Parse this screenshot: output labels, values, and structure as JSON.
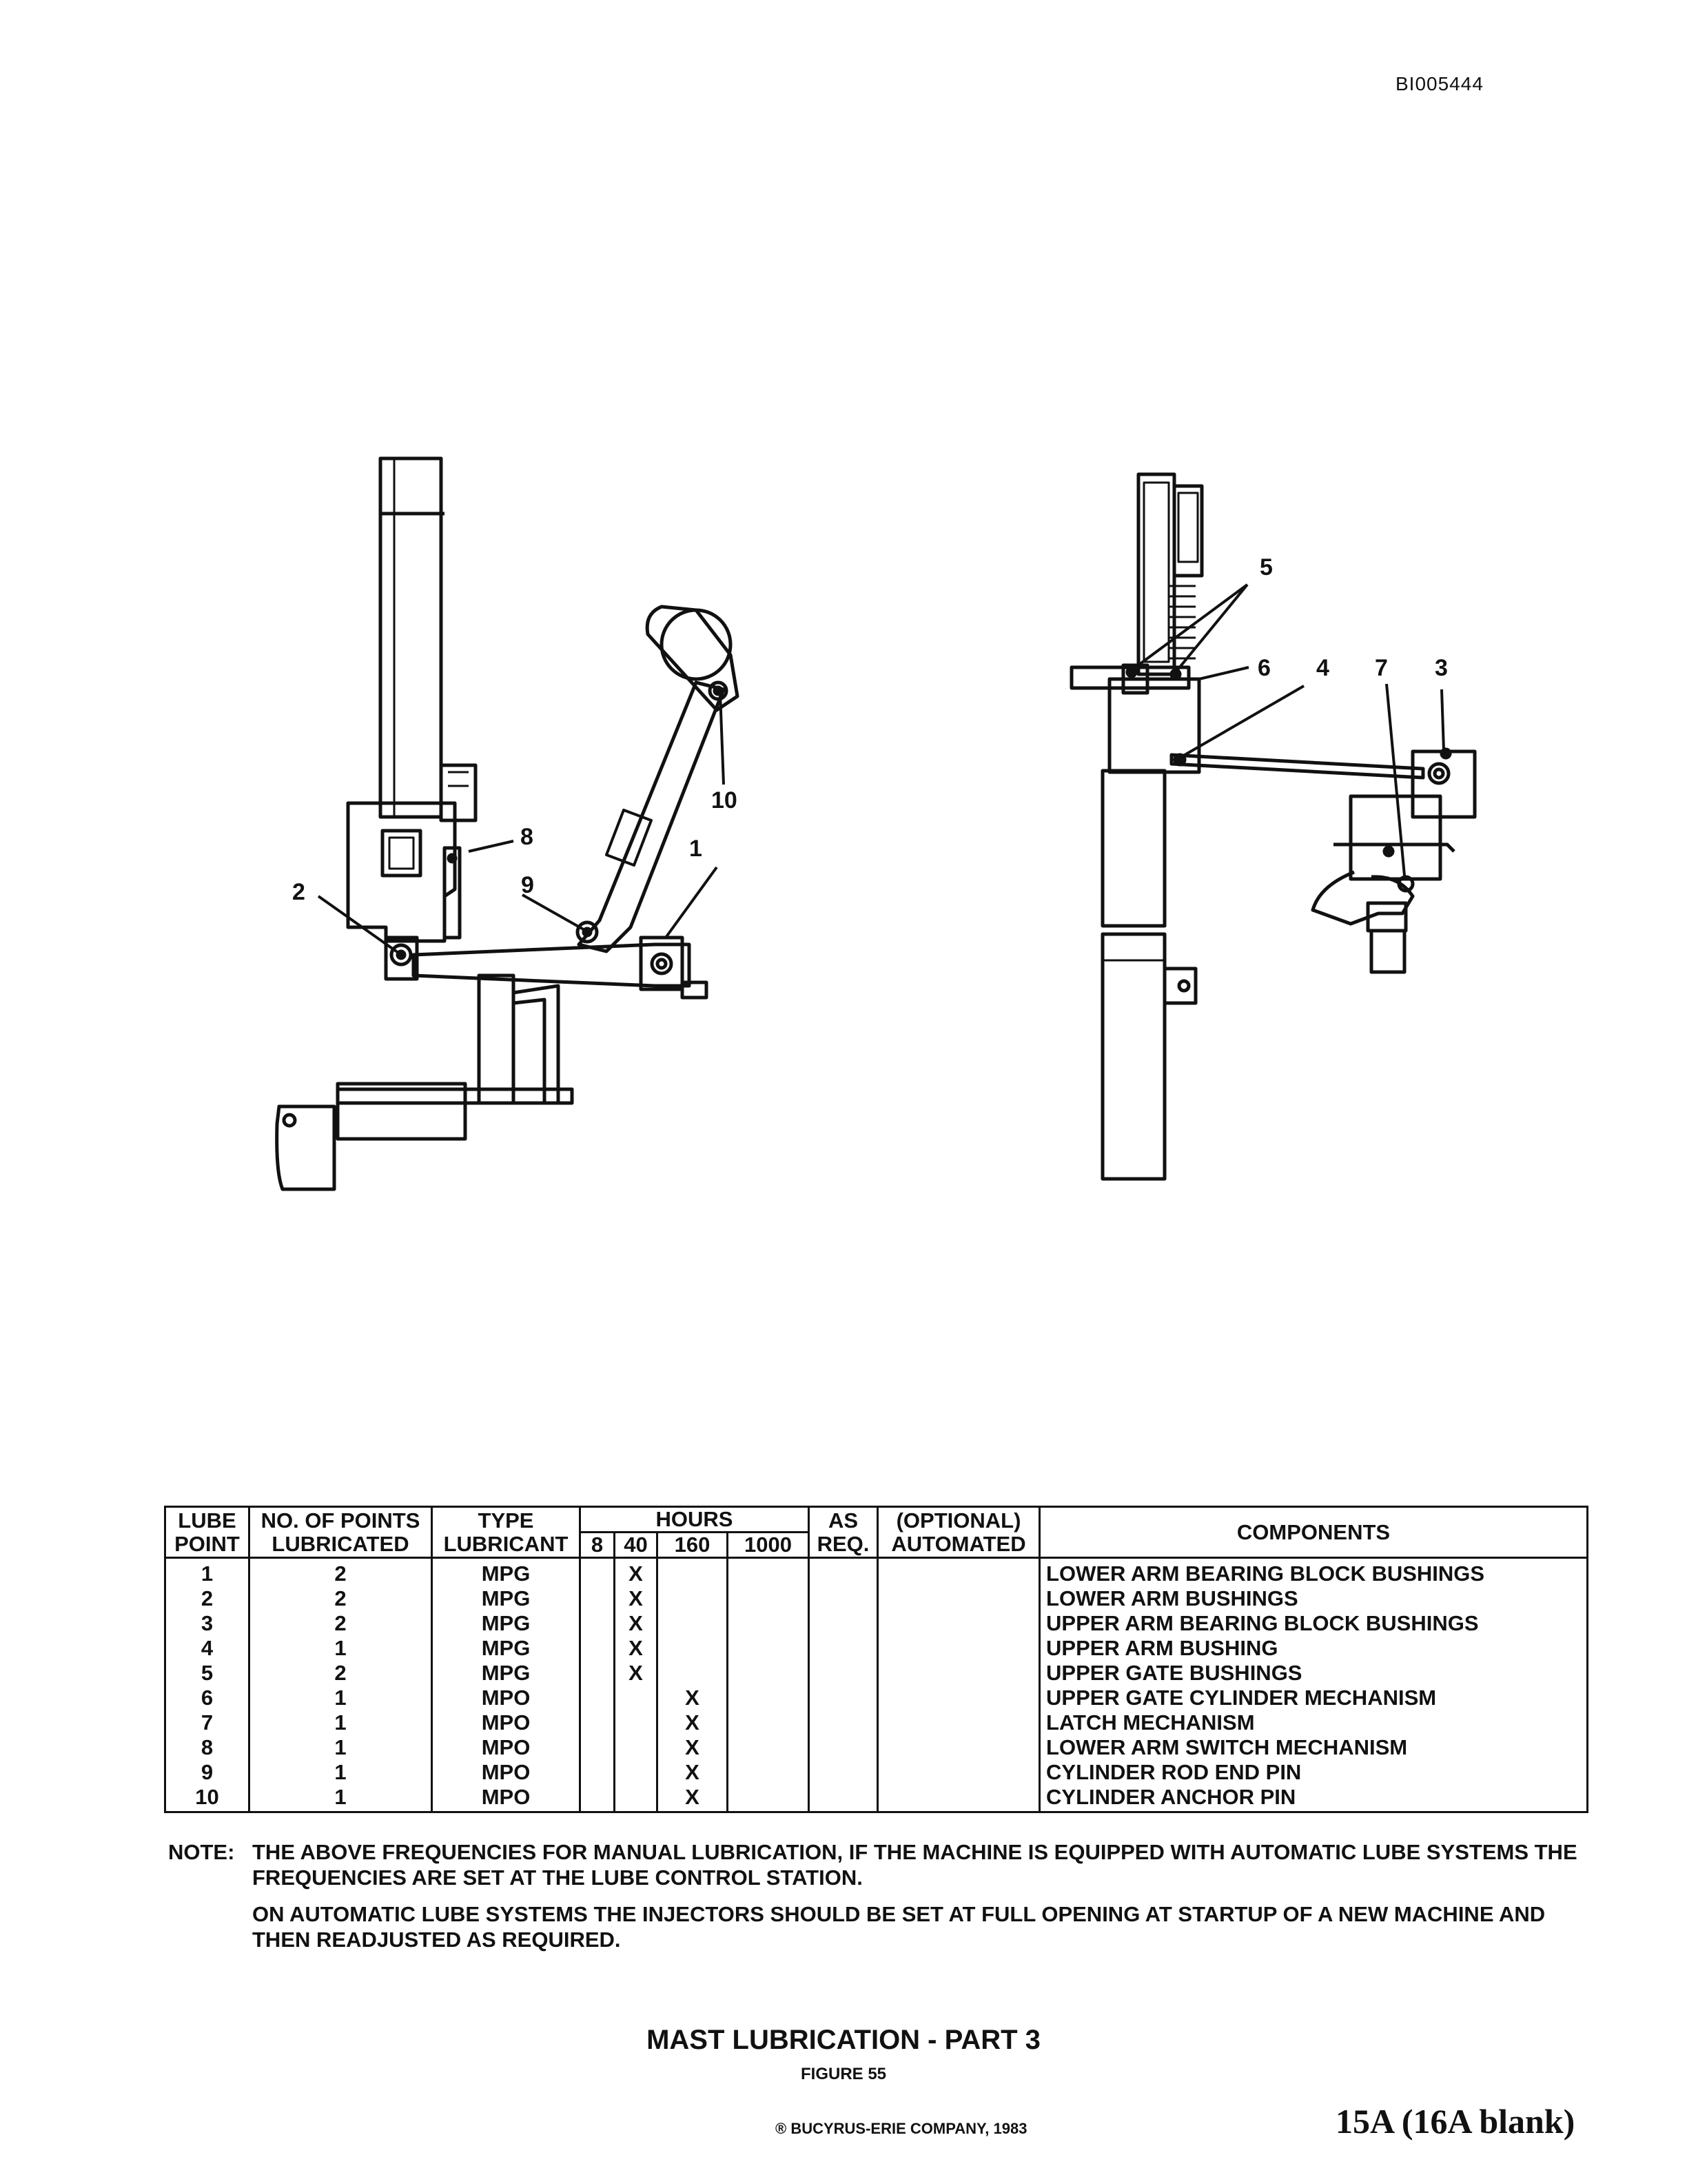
{
  "doc_id": "BI005444",
  "callouts": [
    "1",
    "2",
    "3",
    "4",
    "5",
    "6",
    "7",
    "8",
    "9",
    "10"
  ],
  "table": {
    "headers": {
      "lube_point": [
        "LUBE",
        "POINT"
      ],
      "no_points": [
        "NO. OF POINTS",
        "LUBRICATED"
      ],
      "type": [
        "TYPE",
        "LUBRICANT"
      ],
      "hours": "HOURS",
      "hours_cols": [
        "8",
        "40",
        "160",
        "1000"
      ],
      "as_req": [
        "AS",
        "REQ."
      ],
      "optional": [
        "(OPTIONAL)",
        "AUTOMATED"
      ],
      "components": "COMPONENTS"
    },
    "rows": [
      {
        "point": "1",
        "count": "2",
        "type": "MPG",
        "h8": "",
        "h40": "X",
        "h160": "",
        "h1000": "",
        "as_req": "",
        "auto": "",
        "component": "LOWER ARM BEARING BLOCK BUSHINGS"
      },
      {
        "point": "2",
        "count": "2",
        "type": "MPG",
        "h8": "",
        "h40": "X",
        "h160": "",
        "h1000": "",
        "as_req": "",
        "auto": "",
        "component": "LOWER ARM BUSHINGS"
      },
      {
        "point": "3",
        "count": "2",
        "type": "MPG",
        "h8": "",
        "h40": "X",
        "h160": "",
        "h1000": "",
        "as_req": "",
        "auto": "",
        "component": "UPPER ARM BEARING BLOCK BUSHINGS"
      },
      {
        "point": "4",
        "count": "1",
        "type": "MPG",
        "h8": "",
        "h40": "X",
        "h160": "",
        "h1000": "",
        "as_req": "",
        "auto": "",
        "component": "UPPER ARM BUSHING"
      },
      {
        "point": "5",
        "count": "2",
        "type": "MPG",
        "h8": "",
        "h40": "X",
        "h160": "",
        "h1000": "",
        "as_req": "",
        "auto": "",
        "component": "UPPER GATE BUSHINGS"
      },
      {
        "point": "6",
        "count": "1",
        "type": "MPO",
        "h8": "",
        "h40": "",
        "h160": "X",
        "h1000": "",
        "as_req": "",
        "auto": "",
        "component": "UPPER GATE CYLINDER MECHANISM"
      },
      {
        "point": "7",
        "count": "1",
        "type": "MPO",
        "h8": "",
        "h40": "",
        "h160": "X",
        "h1000": "",
        "as_req": "",
        "auto": "",
        "component": "LATCH MECHANISM"
      },
      {
        "point": "8",
        "count": "1",
        "type": "MPO",
        "h8": "",
        "h40": "",
        "h160": "X",
        "h1000": "",
        "as_req": "",
        "auto": "",
        "component": "LOWER ARM SWITCH MECHANISM"
      },
      {
        "point": "9",
        "count": "1",
        "type": "MPO",
        "h8": "",
        "h40": "",
        "h160": "X",
        "h1000": "",
        "as_req": "",
        "auto": "",
        "component": "CYLINDER ROD END PIN"
      },
      {
        "point": "10",
        "count": "1",
        "type": "MPO",
        "h8": "",
        "h40": "",
        "h160": "X",
        "h1000": "",
        "as_req": "",
        "auto": "",
        "component": "CYLINDER ANCHOR PIN"
      }
    ]
  },
  "note": {
    "label": "NOTE:",
    "p1": "THE ABOVE FREQUENCIES FOR MANUAL LUBRICATION, IF THE MACHINE IS EQUIPPED WITH AUTOMATIC LUBE SYSTEMS THE FREQUENCIES ARE SET AT THE LUBE CONTROL STATION.",
    "p2": "ON AUTOMATIC LUBE SYSTEMS THE INJECTORS SHOULD BE SET AT FULL OPENING AT STARTUP OF A NEW MACHINE AND THEN READJUSTED AS REQUIRED."
  },
  "title": "MAST LUBRICATION - PART 3",
  "figure": "FIGURE 55",
  "copyright": "® BUCYRUS-ERIE COMPANY, 1983",
  "page_number": "15A (16A blank)"
}
